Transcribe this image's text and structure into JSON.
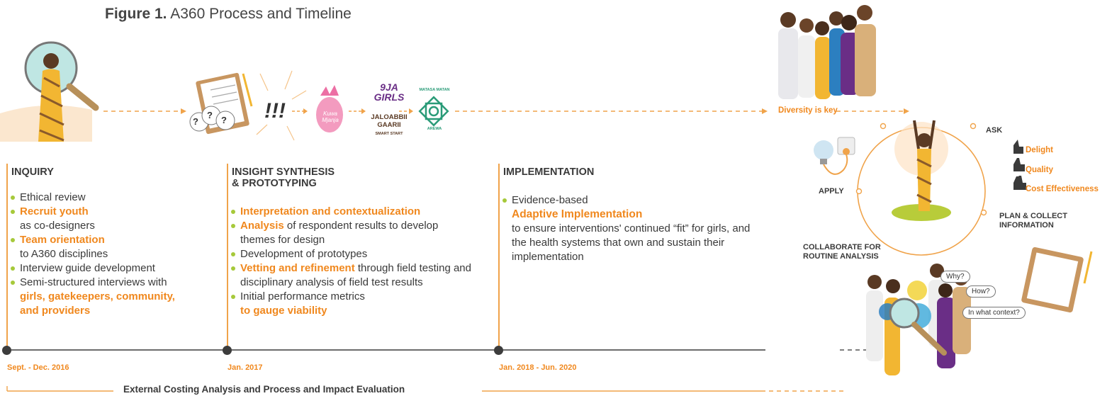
{
  "figure": {
    "label": "Figure 1.",
    "title": "A360 Process and Timeline"
  },
  "phases": [
    {
      "heading_lines": [
        "INQUIRY"
      ],
      "date": "Sept. - Dec. 2016",
      "items": [
        [
          {
            "t": "Ethical review",
            "h": false
          }
        ],
        [
          {
            "t": "Recruit youth",
            "h": true
          },
          {
            "t": "as co-designers",
            "h": false,
            "br": true
          }
        ],
        [
          {
            "t": "Team orientation",
            "h": true
          },
          {
            "t": "to A360 disciplines",
            "h": false,
            "br": true
          }
        ],
        [
          {
            "t": "Interview guide development",
            "h": false
          }
        ],
        [
          {
            "t": "Semi-structured interviews with ",
            "h": false
          },
          {
            "t": "girls, gatekeepers, community, and providers",
            "h": true
          }
        ]
      ]
    },
    {
      "heading_lines": [
        "INSIGHT SYNTHESIS",
        "& PROTOTYPING"
      ],
      "date": "Jan. 2017",
      "items": [
        [
          {
            "t": "Interpretation and contextualization",
            "h": true
          }
        ],
        [
          {
            "t": "Analysis",
            "h": true
          },
          {
            "t": " of respondent results to develop themes for design",
            "h": false
          }
        ],
        [
          {
            "t": "Development of prototypes",
            "h": false
          }
        ],
        [
          {
            "t": "Vetting and refinement",
            "h": true
          },
          {
            "t": " through field testing and disciplinary analysis of field test results",
            "h": false
          }
        ],
        [
          {
            "t": "Initial performance metrics",
            "h": false
          },
          {
            "t": "to gauge viability",
            "h": true,
            "br": true
          }
        ]
      ]
    },
    {
      "heading_lines": [
        "IMPLEMENTATION"
      ],
      "date": "Jan. 2018 - Jun. 2020",
      "items": [
        [
          {
            "t": "Evidence-based",
            "h": false
          },
          {
            "t": "Adaptive Implementation",
            "h": true,
            "br": true,
            "big": true
          },
          {
            "t": "to ensure interventions' continued “fit” for girls, and the health systems that own and sustain their implementation",
            "h": false,
            "br": true
          }
        ]
      ]
    }
  ],
  "brand_logos": {
    "kuwa": "Kuwa Mjanja",
    "ninagirls_1": "9JA",
    "ninagirls_2": "GIRLS",
    "jaloabbii_1": "JALOABBII",
    "jaloabbii_2": "GAARII",
    "jaloabbii_3": "SMART START",
    "matasa_top": "MATASA MATAN",
    "matasa_bottom": "AREWA"
  },
  "exclamation": "!!!",
  "question_marks": [
    "?",
    "?",
    "?"
  ],
  "bottom_band": "External Costing Analysis and Process and Impact Evaluation",
  "cycle": {
    "diversity": "Diversity is key",
    "ask": "ASK",
    "ask_items": [
      "Delight",
      "Quality",
      "Cost Effectiveness"
    ],
    "apply": "APPLY",
    "plan": [
      "PLAN & COLLECT",
      "INFORMATION"
    ],
    "collaborate": [
      "COLLABORATE FOR",
      "ROUTINE ANALYSIS"
    ]
  },
  "bubbles": [
    "Why?",
    "How?",
    "In what context?"
  ],
  "colors": {
    "accent": "#f0881e",
    "bullet": "#a6c93a",
    "line": "#3c3c3c",
    "logo_pink": "#ec6fa4",
    "logo_purple": "#6a2e86",
    "logo_green": "#2a9b78"
  }
}
